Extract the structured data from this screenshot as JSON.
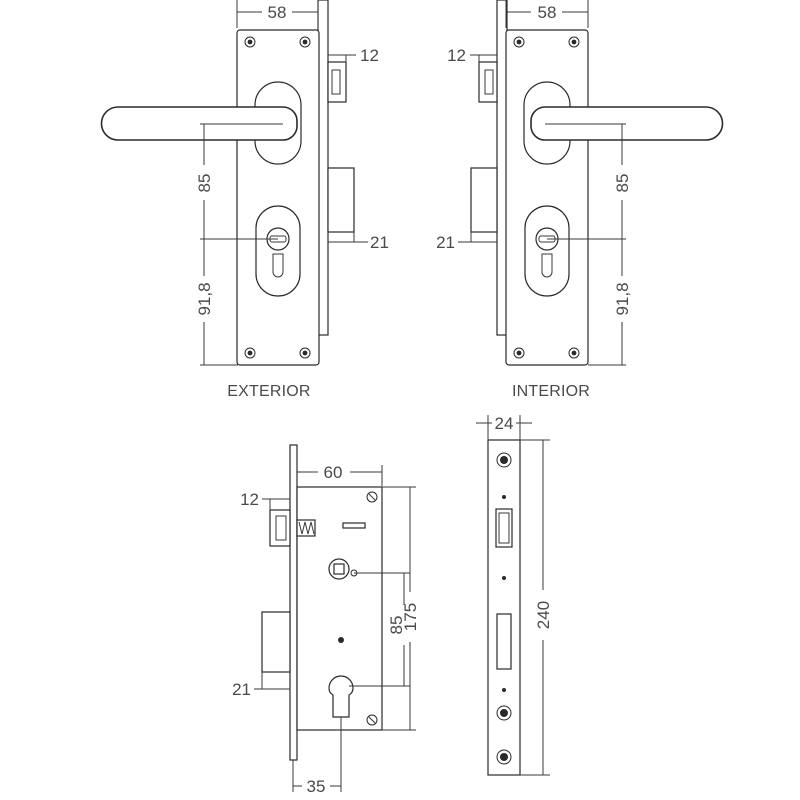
{
  "diagram": {
    "caption_exterior": "EXTERIOR",
    "caption_interior": "INTERIOR",
    "exterior": {
      "width": "58",
      "latch": "12",
      "deadbolt": "21",
      "handle_to_cylinder": "85",
      "cylinder_to_bottom": "91,8"
    },
    "interior": {
      "width": "58",
      "latch": "12",
      "deadbolt": "21",
      "handle_to_cylinder": "85",
      "cylinder_to_bottom": "91,8"
    },
    "lockbody": {
      "case_depth": "60",
      "latch": "12",
      "handle_to_cylinder": "85",
      "case_height": "175",
      "deadbolt": "21",
      "backset": "35"
    },
    "faceplate": {
      "width": "24",
      "height": "240"
    }
  }
}
